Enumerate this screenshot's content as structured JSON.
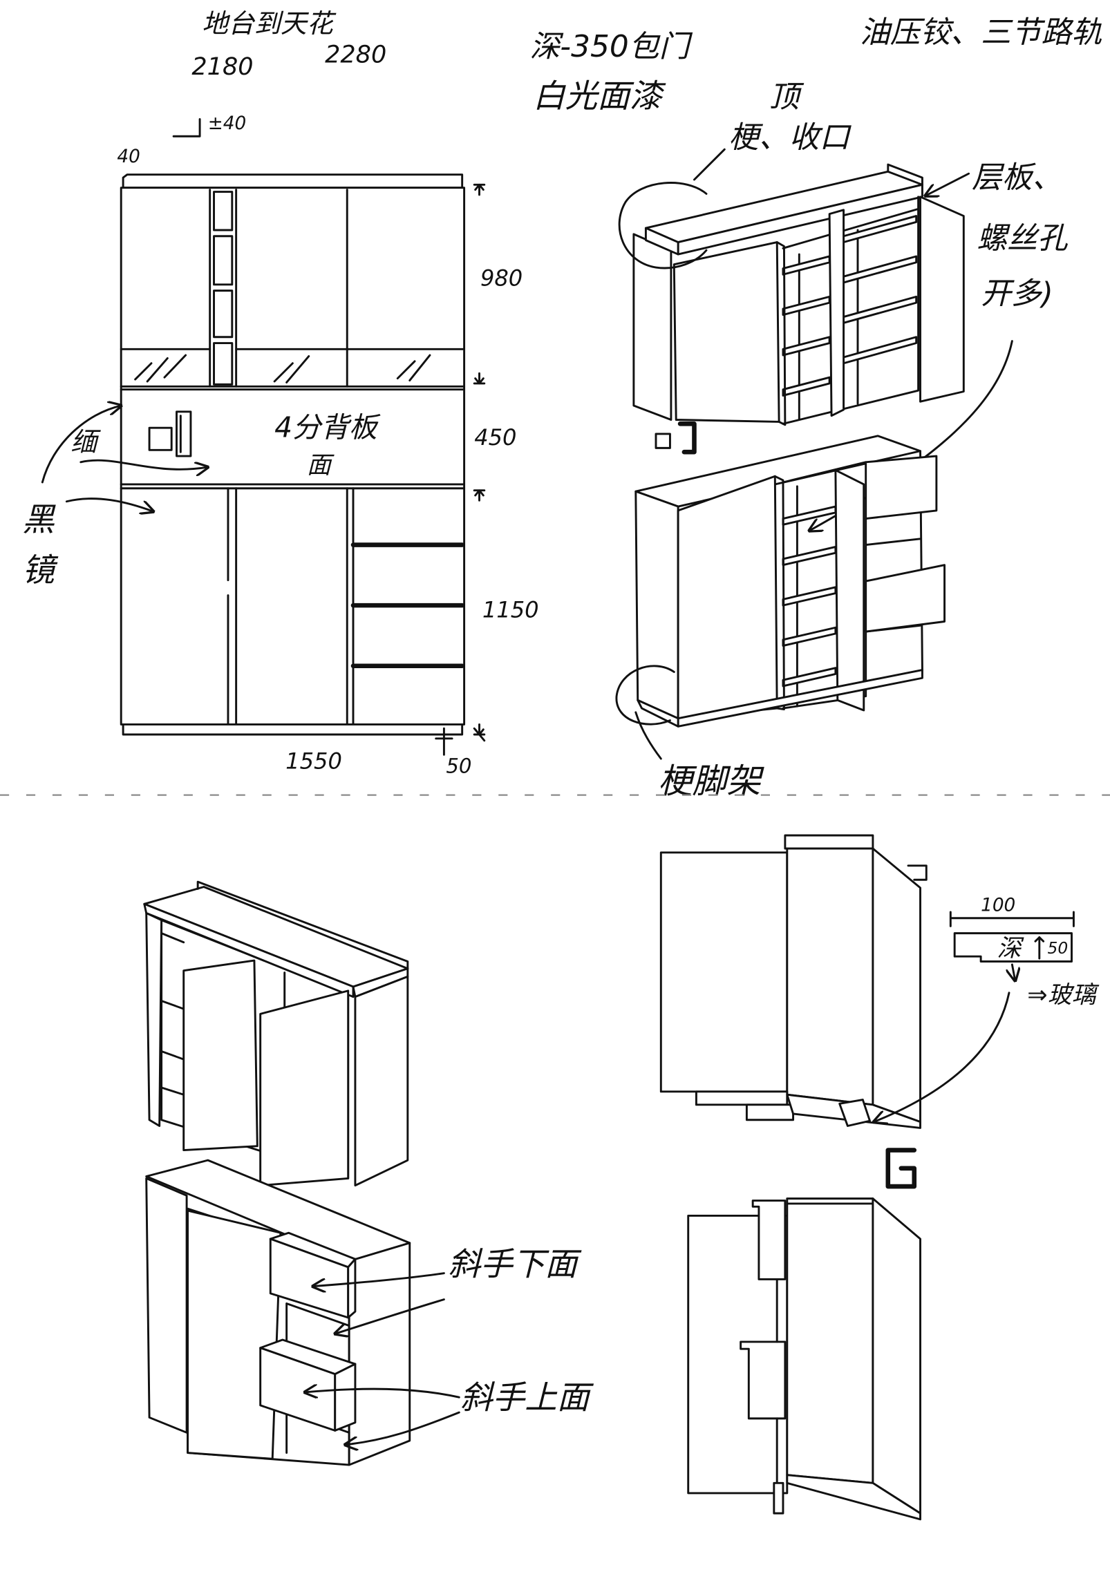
{
  "header_notes": {
    "height_label": "地台到天花",
    "height_value_1": "2180",
    "height_value_2": "2280",
    "depth_note": "深-350包门",
    "finish_note": "白光面漆",
    "hardware_note": "油压铰、三节路轨"
  },
  "front_elevation": {
    "cap_offset": "±40",
    "cap_overhang": "40",
    "upper_height": "980",
    "middle_height": "450",
    "lower_height": "1150",
    "overall_width": "1550",
    "base_height": "50",
    "back_panel_note": "4分背板",
    "back_panel_sub": "面",
    "side_note": "缅",
    "mirror_note": [
      "黑",
      "镜"
    ]
  },
  "iso_upper_cabinet": {
    "top_note": "顶",
    "edge_note": "梗、收口",
    "shelf_note": [
      "层板、",
      "螺丝孔",
      "开多)"
    ]
  },
  "iso_lower_cabinet": {
    "base_note": "梗脚架"
  },
  "profile_detail": {
    "width": "100",
    "depth_label": "深",
    "height": "50",
    "glass_note": "⇒玻璃"
  },
  "drawer_cabinet": {
    "handle_lower_note": "斜手下面",
    "handle_upper_note": "斜手上面"
  },
  "colors": {
    "ink": "#111111",
    "paper": "#ffffff"
  }
}
